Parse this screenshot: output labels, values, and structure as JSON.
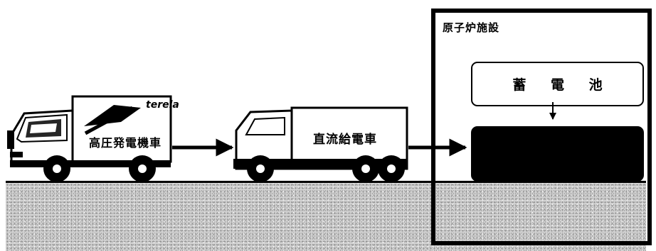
{
  "facility": {
    "title": "原子炉施設",
    "battery_label": "蓄 電 池"
  },
  "generator_truck": {
    "label": "高圧発電機車",
    "logo_text": "terela"
  },
  "dc_truck": {
    "label": "直流給電車"
  },
  "colors": {
    "line": "#000000",
    "ground": "#d2d2d2",
    "background": "#ffffff"
  }
}
